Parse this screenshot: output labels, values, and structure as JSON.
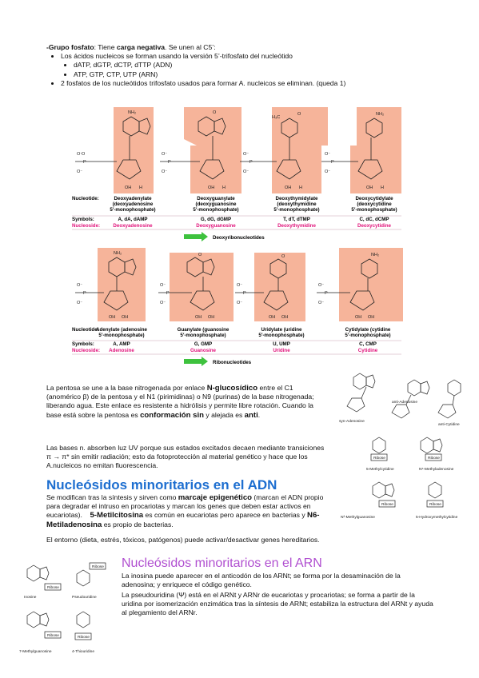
{
  "phosphate": {
    "title": "-Grupo fosfato",
    "intro_a": ": Tiene ",
    "charge": "carga negativa",
    "intro_b": ". Se unen al C5’:",
    "bullet1": "Los ácidos nucleicos se forman usando la versión 5’-trifosfato del nucleótido",
    "sub1": "dATP, dGTP, dCTP, dTTP (ADN)",
    "sub2": "ATP, GTP, CTP, UTP (ARN)",
    "bullet2": "2 fosfatos de los nucleótidos trifosfato usados para formar A. nucleicos se eliminan. (queda 1)"
  },
  "table_deoxy": {
    "row_nucleotide": "Nucleotide:",
    "row_symbols": "Symbols:",
    "row_nucleoside": "Nucleoside:",
    "banner": "Deoxyribonucleotides",
    "cols": [
      {
        "n1": "Deoxyadenylate",
        "n2": "(deoxyadenosine",
        "n3": "5′-monophosphate)",
        "sym": "A, dA, dAMP",
        "nuc": "Deoxyadenosine"
      },
      {
        "n1": "Deoxyguanylate",
        "n2": "(deoxyguanosine",
        "n3": "5′-monophosphate)",
        "sym": "G, dG, dGMP",
        "nuc": "Deoxyguanosine"
      },
      {
        "n1": "Deoxythymidylate",
        "n2": "(deoxythymidine",
        "n3": "5′-monophosphate)",
        "sym": "T, dT, dTMP",
        "nuc": "Deoxythymidine"
      },
      {
        "n1": "Deoxycytidylate",
        "n2": "(deoxycytidine",
        "n3": "5′-monophosphate)",
        "sym": "C, dC, dCMP",
        "nuc": "Deoxycytidine"
      }
    ]
  },
  "table_ribo": {
    "row_nucleotide": "Nucleotide:",
    "row_symbols": "Symbols:",
    "row_nucleoside": "Nucleoside:",
    "banner": "Ribonucleotides",
    "cols": [
      {
        "n1": "Adenylate (adenosine",
        "n2": "5′-monophosphate)",
        "sym": "A, AMP",
        "nuc": "Adenosine"
      },
      {
        "n1": "Guanylate (guanosine",
        "n2": "5′-monophosphate)",
        "sym": "G, GMP",
        "nuc": "Guanosine"
      },
      {
        "n1": "Uridylate (uridine",
        "n2": "5′-monophosphate)",
        "sym": "U, UMP",
        "nuc": "Uridine"
      },
      {
        "n1": "Cytidylate (cytidine",
        "n2": "5′-monophosphate)",
        "sym": "C, CMP",
        "nuc": "Cytidine"
      }
    ]
  },
  "pentose": {
    "p1_a": "La pentosa se une a la base nitrogenada por enlace ",
    "p1_bond": "N-glucosídico",
    "p1_b": " entre el C1 (anomérico β) de la pentosa y el N1 (pirimidinas) o N9 (purinas) de la base nitrogenada; liberando agua. Este enlace es resistente a hidrólisis y permite libre rotación. Cuando la base está sobre la pentosa es ",
    "p1_syn": "conformación sin",
    "p1_c": " y alejada es ",
    "p1_anti": "anti",
    "p1_end": ".",
    "p2": "Las bases n. absorben luz UV porque sus estados excitados decaen mediante transiciones π → π* sin emitir radiación; esto da fotoprotección al material genético y hace que los A.nucleicos no emitan fluorescencia."
  },
  "dna_minor": {
    "title": "Nucleósidos minoritarios en el ADN",
    "p1_a": "Se modifican tras la síntesis y sirven como ",
    "p1_mark": "marcaje epigenético",
    "p1_b": " (marcan el ADN propio para degradar el intruso en procariotas y marcan los genes que deben estar activos en eucariotas).",
    "p1_c": "5-Metilcitosina",
    "p1_d": " es común en eucariotas pero aparece en bacterias y ",
    "p1_e": "N6-Metiladenosina",
    "p1_f": " es propio de bacterias.",
    "p2": "El entorno (dieta, estrés, tóxicos, patógenos) puede activar/desactivar genes hereditarios."
  },
  "rna_minor": {
    "title": "Nucleósidos minoritarios en el ARN",
    "p1": "La inosina puede aparecer en el anticodón de los ARNt; se forma por la desaminación de la adenosina; y enriquece el código genético.",
    "p2": "La pseudouridina (Ψ) está en el ARNt y ARNr de eucariotas y procariotas; se forma a partir de la uridina por isomerización enzimática tras la síntesis de ARNt; estabiliza la estructura del ARNt y ayuda al plegamiento del ARNr."
  },
  "fig_right": {
    "syn": "syn-Adenosine",
    "anti_a": "anti-Adenosine",
    "anti_c": "anti-Cytidine",
    "mc": "5-Methylcytidine",
    "n6": "N⁶-Methyladenosine",
    "n2": "N²-Methylguanosine",
    "hmc": "5-Hydroxymethylcytidine",
    "ribose": "Ribose"
  },
  "fig_left": {
    "inosine": "Inosine",
    "pseudo": "Pseudouridine",
    "m7g": "7-Methylguanosine",
    "thio": "4-Thiouridine",
    "ribose": "Ribose"
  },
  "colors": {
    "salmon": "#f6b49a",
    "blue_heading": "#1e6fd0",
    "purple_heading": "#b04fd0",
    "nucleoside_label": "#e0127a",
    "arrow": "#3ec23e"
  }
}
